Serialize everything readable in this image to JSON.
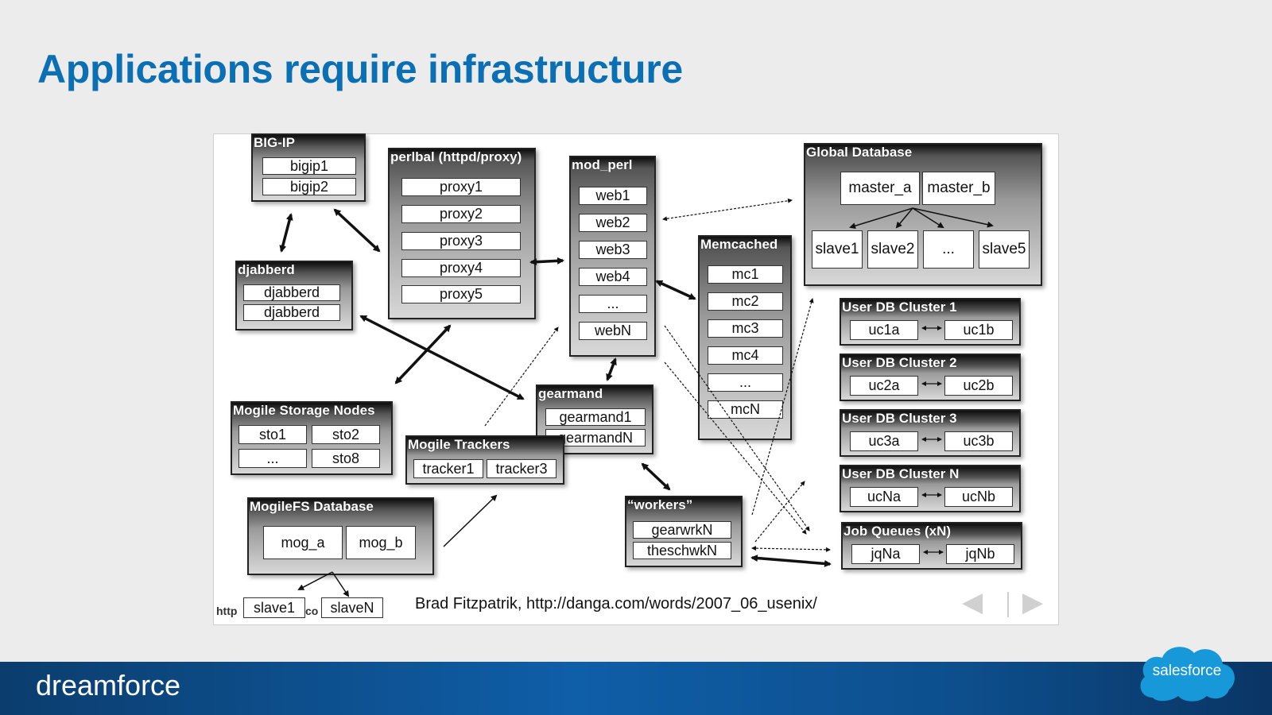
{
  "title": "Applications require infrastructure",
  "diagram": {
    "bigip": {
      "title": "BIG-IP",
      "items": [
        "bigip1",
        "bigip2"
      ]
    },
    "perlbal": {
      "title": "perlbal (httpd/proxy)",
      "items": [
        "proxy1",
        "proxy2",
        "proxy3",
        "proxy4",
        "proxy5"
      ]
    },
    "modperl": {
      "title": "mod_perl",
      "items": [
        "web1",
        "web2",
        "web3",
        "web4",
        "...",
        "webN"
      ]
    },
    "djabberd": {
      "title": "djabberd",
      "items": [
        "djabberd",
        "djabberd"
      ]
    },
    "memcached": {
      "title": "Memcached",
      "items": [
        "mc1",
        "mc2",
        "mc3",
        "mc4",
        "...",
        "mcN"
      ]
    },
    "globaldb": {
      "title": "Global Database",
      "masters": [
        "master_a",
        "master_b"
      ],
      "slaves": [
        "slave1",
        "slave2",
        "...",
        "slave5"
      ]
    },
    "userdb": [
      {
        "title": "User DB Cluster 1",
        "a": "uc1a",
        "b": "uc1b"
      },
      {
        "title": "User DB Cluster 2",
        "a": "uc2a",
        "b": "uc2b"
      },
      {
        "title": "User DB Cluster 3",
        "a": "uc3a",
        "b": "uc3b"
      },
      {
        "title": "User DB Cluster N",
        "a": "ucNa",
        "b": "ucNb"
      }
    ],
    "jobqueues": {
      "title": "Job Queues (xN)",
      "a": "jqNa",
      "b": "jqNb"
    },
    "mogilestorage": {
      "title": "Mogile Storage Nodes",
      "items": [
        "sto1",
        "sto2",
        "...",
        "sto8"
      ]
    },
    "gearmand": {
      "title": "gearmand",
      "items": [
        "gearmand1",
        "gearmandN"
      ]
    },
    "mogiletrackers": {
      "title": "Mogile Trackers",
      "items": [
        "tracker1",
        "tracker3"
      ]
    },
    "workers": {
      "title": "“workers”",
      "items": [
        "gearwrkN",
        "theschwkN"
      ]
    },
    "mogilefsdb": {
      "title": "MogileFS Database",
      "items": [
        "mog_a",
        "mog_b"
      ],
      "slaves": [
        "slave1",
        "slaveN"
      ]
    },
    "http_fragment": "http",
    "co_fragment": "co",
    "citation": "Brad Fitzpatrik, http://danga.com/words/2007_06_usenix/"
  },
  "footer": {
    "brand": "dreamforce",
    "logo": "salesforce"
  },
  "colors": {
    "title": "#0a6fb3",
    "footer": "#0f5ea8",
    "background": "#ececec"
  },
  "icons": {
    "prev": "arrow-left-icon",
    "next": "arrow-right-icon"
  }
}
